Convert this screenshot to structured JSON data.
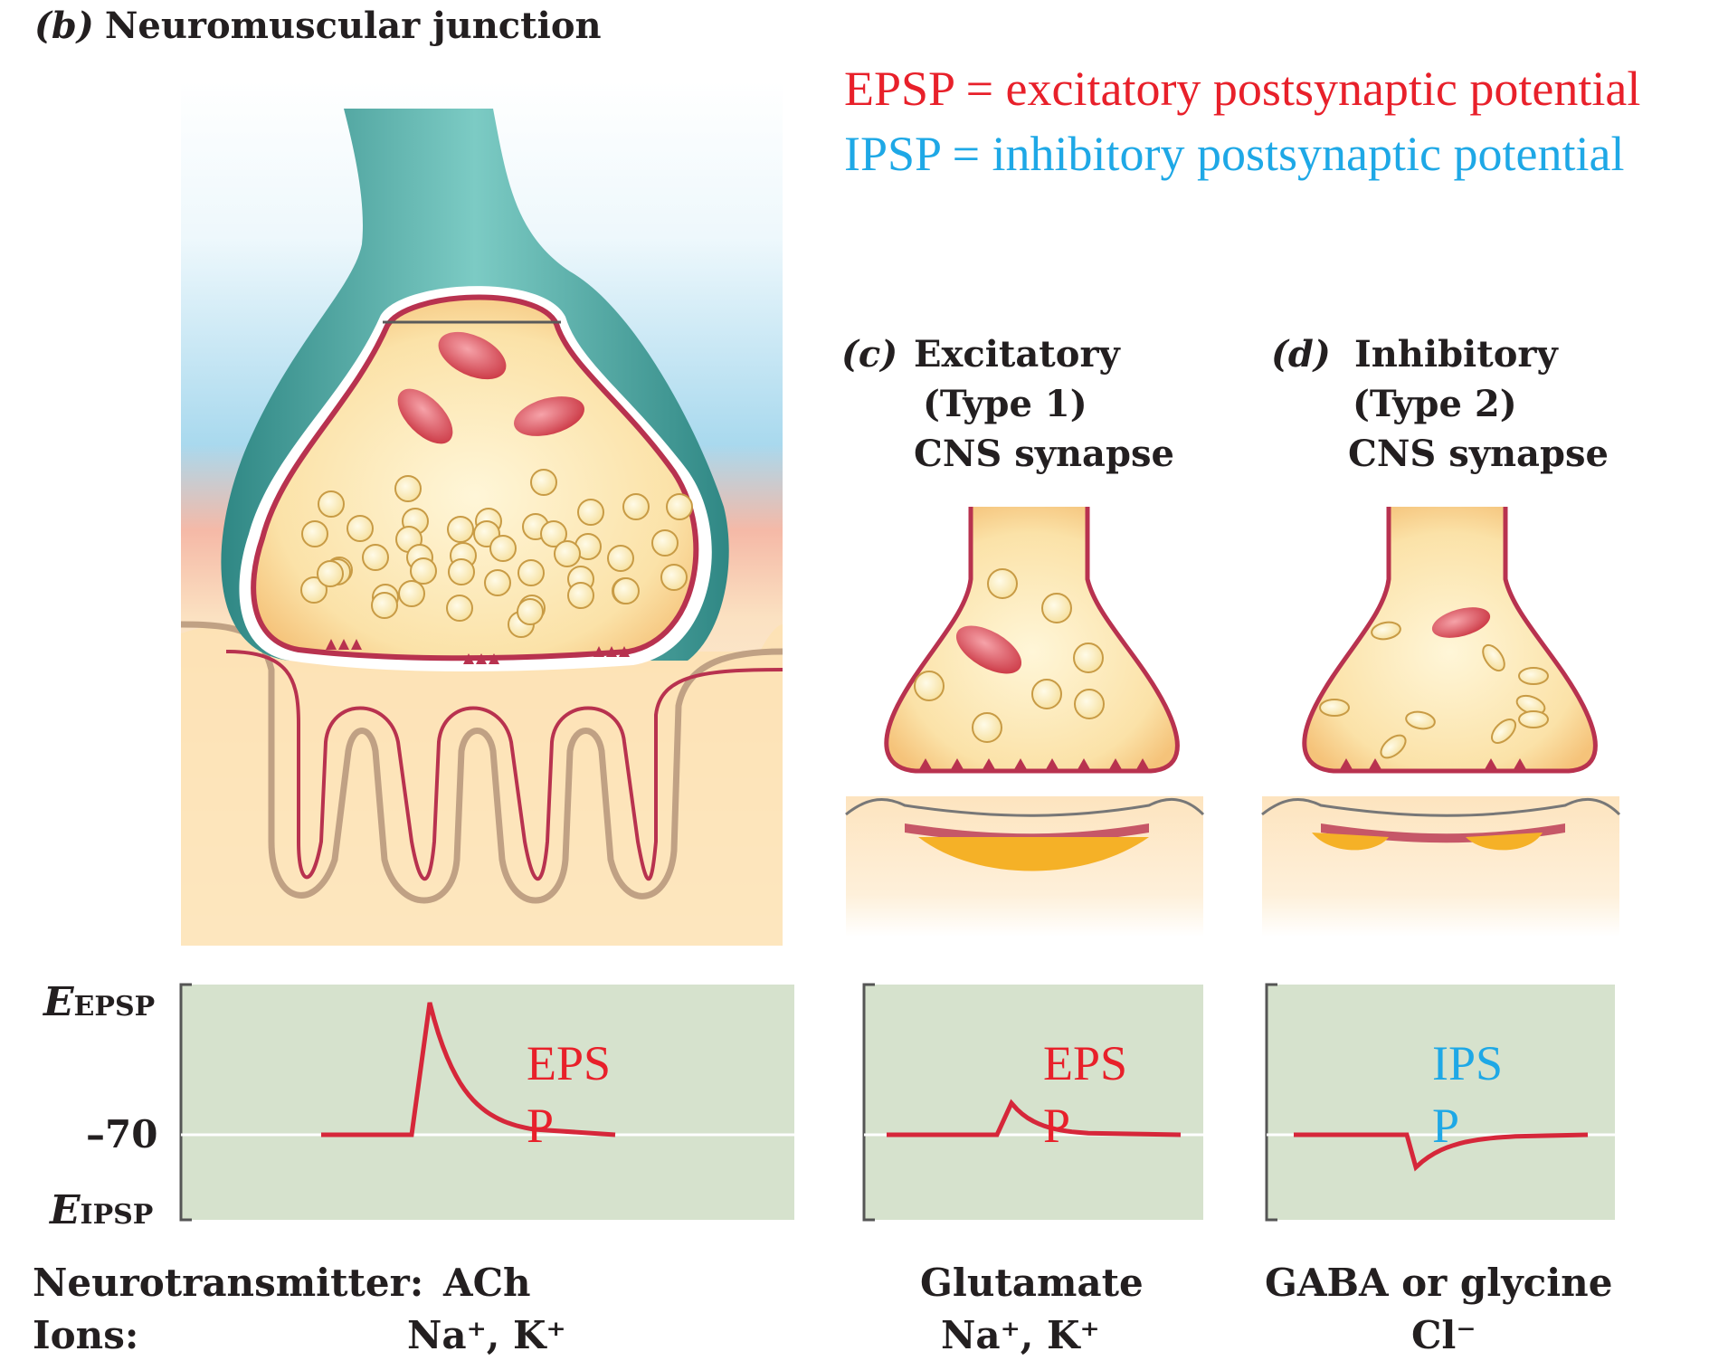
{
  "panels": {
    "b": {
      "letter": "(b)",
      "title": "Neuromuscular junction"
    },
    "c": {
      "letter": "(c)",
      "line1": "Excitatory",
      "line2": "(Type 1)",
      "line3": "CNS synapse"
    },
    "d": {
      "letter": "(d)",
      "line1": "Inhibitory",
      "line2": "(Type 2)",
      "line3": "CNS synapse"
    }
  },
  "legend": {
    "epsp": "EPSP = excitatory postsynaptic potential",
    "ipsp": "IPSP = inhibitory postsynaptic potential"
  },
  "colors": {
    "epsp": "#e8202a",
    "ipsp": "#1ea8e6",
    "trace": "#d6273a",
    "graph_bg": "#d6e2cd",
    "terminal_fill": "#fbe0a6",
    "membrane": "#b8324f",
    "axon_sheath": "#3d9c98",
    "fluid_blue": "#a8d8ee"
  },
  "axis": {
    "e_letter": "E",
    "epsp_sub": "EPSP",
    "ipsp_sub": "IPSP",
    "rest": "–70"
  },
  "traces": {
    "b_label_l1": "EPS",
    "b_label_l2": "P",
    "c_label_l1": "EPS",
    "c_label_l2": "P",
    "d_label_l1": "IPS",
    "d_label_l2": "P"
  },
  "bottom": {
    "nt_label": "Neurotransmitter:",
    "ions_label": "Ions:",
    "b_nt": "ACh",
    "b_ions": "Na⁺, K⁺",
    "c_nt": "Glutamate",
    "c_ions": "Na⁺, K⁺",
    "d_nt": "GABA or glycine",
    "d_ions": "Cl⁻"
  }
}
